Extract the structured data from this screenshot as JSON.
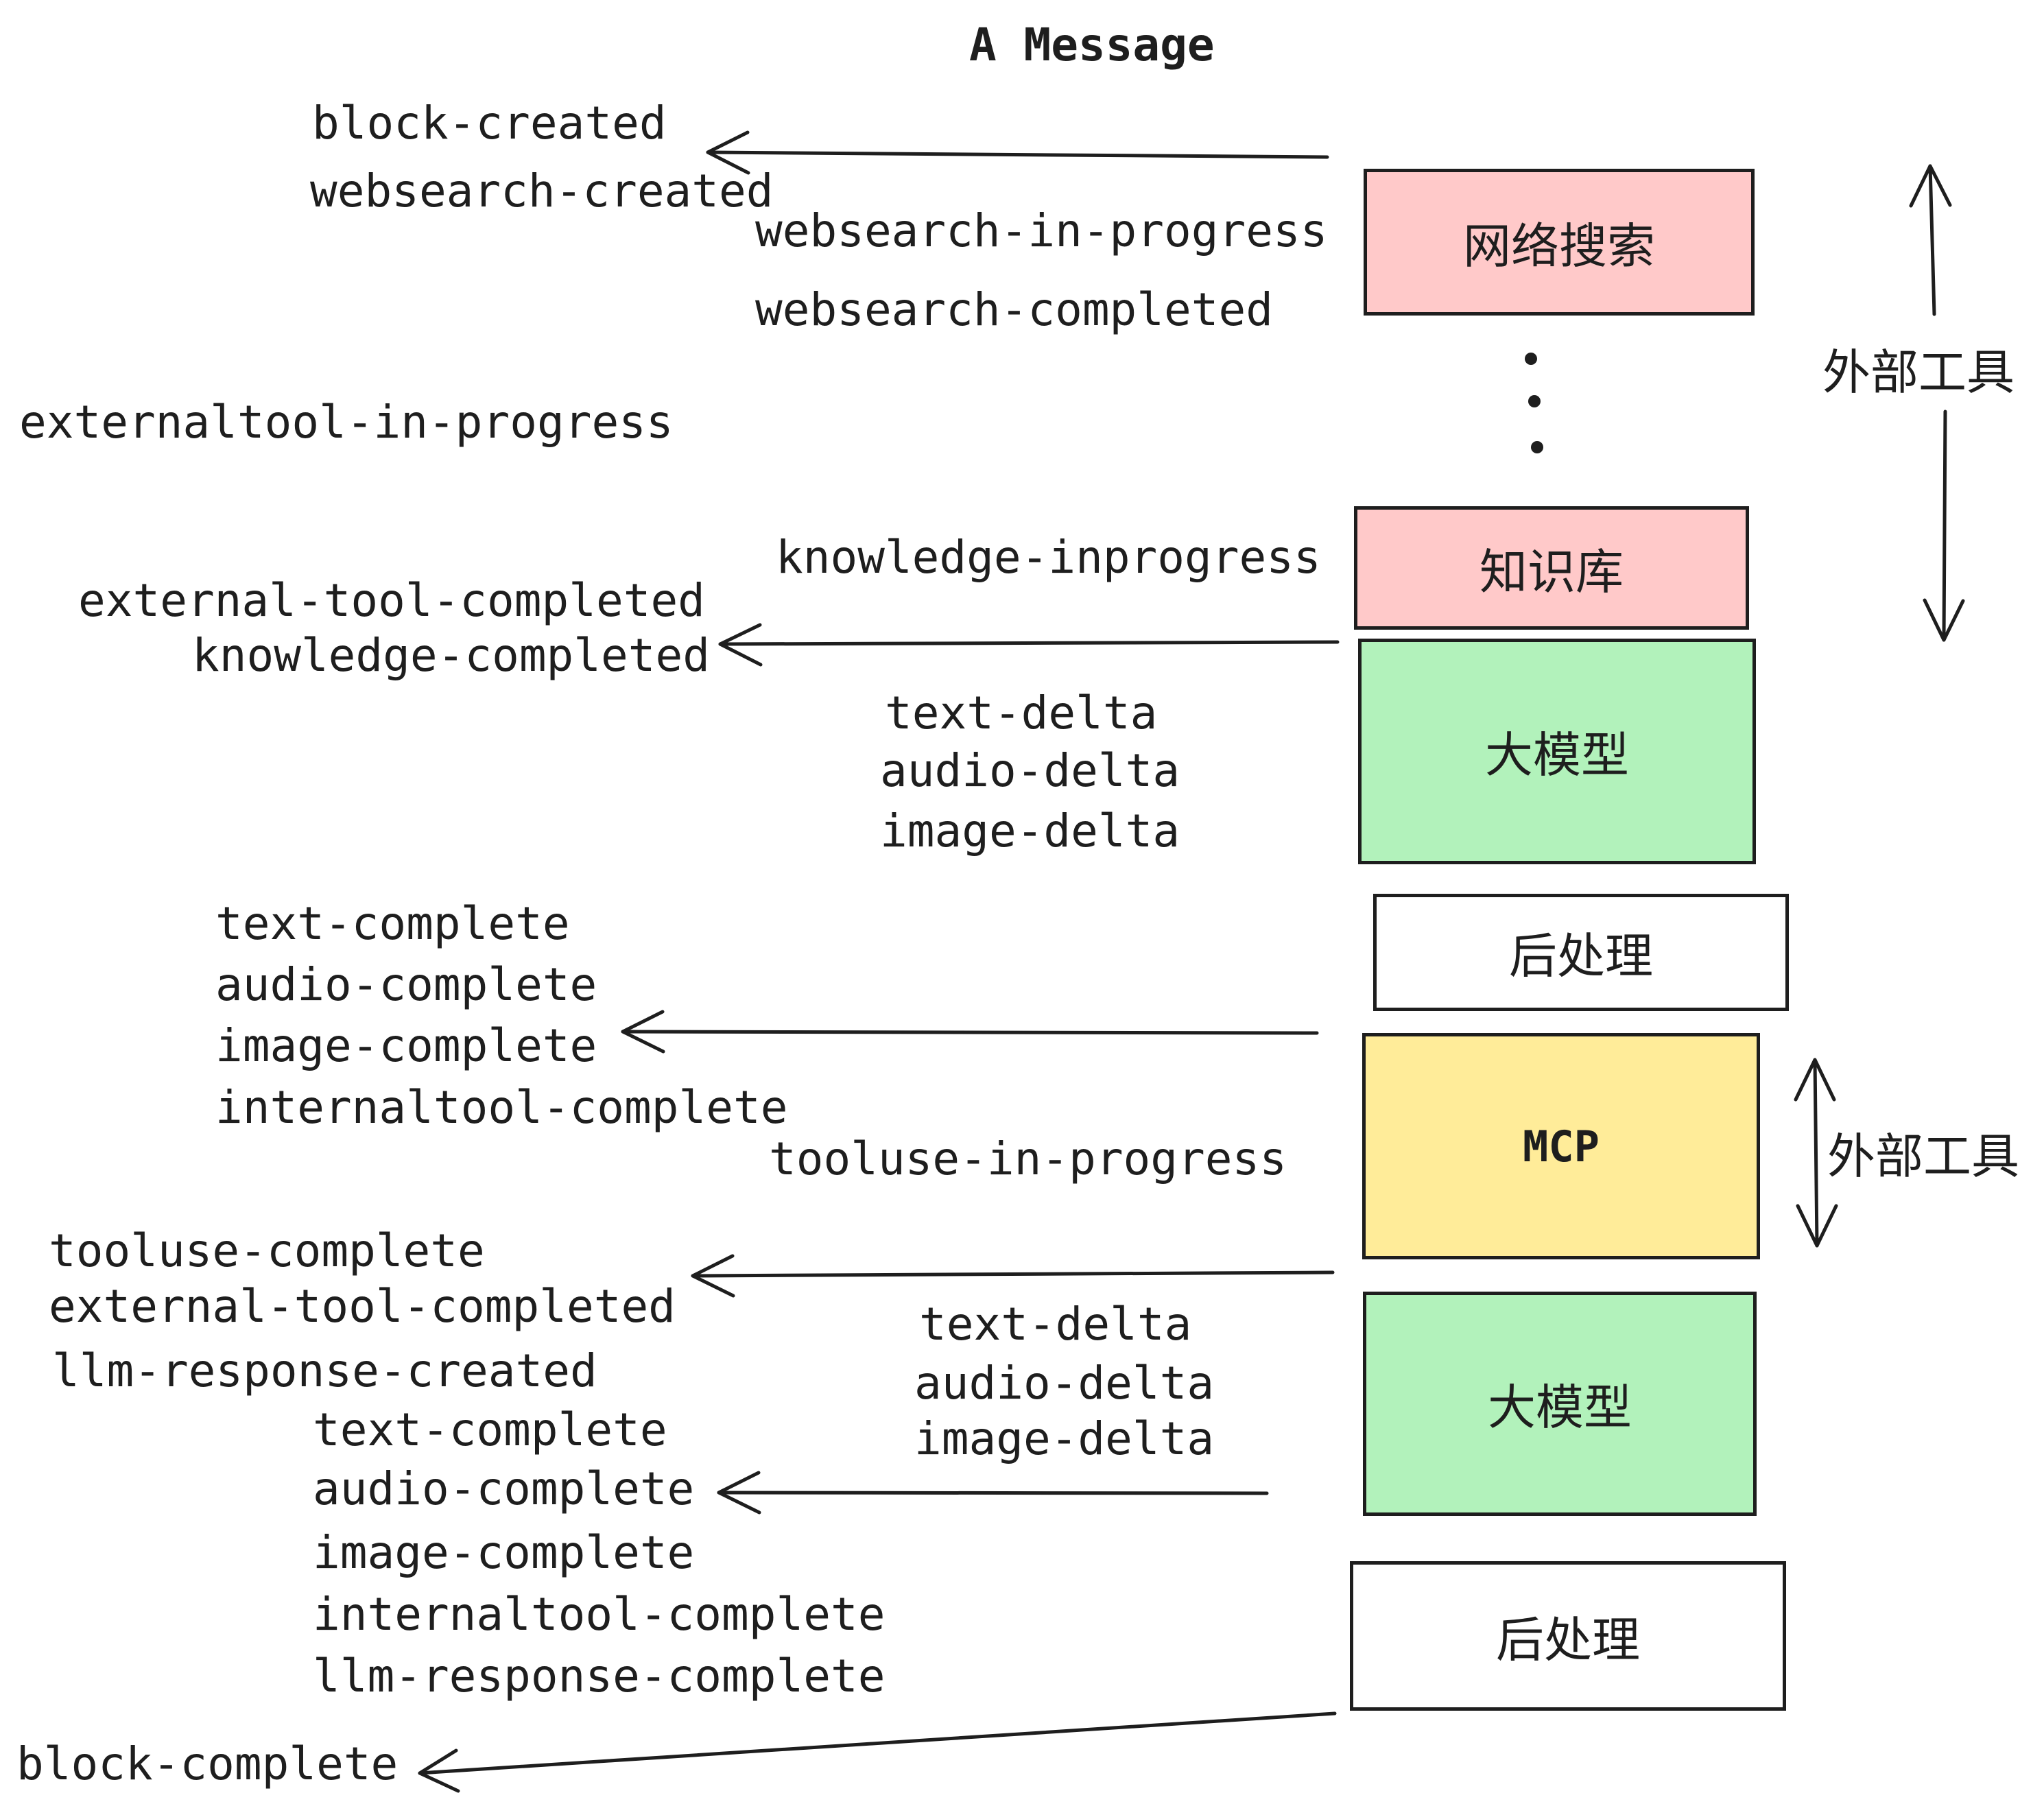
{
  "title": "A Message",
  "colors": {
    "pink": "#ffc9c9",
    "green": "#b2f2bb",
    "yellow": "#ffec99",
    "white": "#ffffff",
    "ink": "#1e1e1e"
  },
  "boxes": [
    {
      "id": "websearch",
      "label": "网络搜索",
      "color": "pink"
    },
    {
      "id": "knowledge",
      "label": "知识库",
      "color": "pink"
    },
    {
      "id": "llm-1",
      "label": "大模型",
      "color": "green"
    },
    {
      "id": "post-1",
      "label": "后处理",
      "color": "white"
    },
    {
      "id": "mcp",
      "label": "MCP",
      "color": "yellow"
    },
    {
      "id": "llm-2",
      "label": "大模型",
      "color": "green"
    },
    {
      "id": "post-2",
      "label": "后处理",
      "color": "white"
    }
  ],
  "side_labels": [
    {
      "id": "external-tools-top",
      "text": "外部工具"
    },
    {
      "id": "external-tools-mcp",
      "text": "外部工具"
    }
  ],
  "event_labels": [
    {
      "id": "block-created",
      "text": "block-created"
    },
    {
      "id": "websearch-created",
      "text": "websearch-created"
    },
    {
      "id": "websearch-in-progress",
      "text": "websearch-in-progress"
    },
    {
      "id": "websearch-completed",
      "text": "websearch-completed"
    },
    {
      "id": "externaltool-in-progress",
      "text": "externaltool-in-progress"
    },
    {
      "id": "knowledge-inprogress",
      "text": "knowledge-inprogress"
    },
    {
      "id": "external-tool-completed-1",
      "text": "external-tool-completed"
    },
    {
      "id": "knowledge-completed",
      "text": "knowledge-completed"
    },
    {
      "id": "text-delta-1",
      "text": "text-delta"
    },
    {
      "id": "audio-delta-1",
      "text": "audio-delta"
    },
    {
      "id": "image-delta-1",
      "text": "image-delta"
    },
    {
      "id": "text-complete-1",
      "text": "text-complete"
    },
    {
      "id": "audio-complete-1",
      "text": "audio-complete"
    },
    {
      "id": "image-complete-1",
      "text": "image-complete"
    },
    {
      "id": "internaltool-complete-1",
      "text": "internaltool-complete"
    },
    {
      "id": "tooluse-in-progress",
      "text": "tooluse-in-progress"
    },
    {
      "id": "tooluse-complete",
      "text": "tooluse-complete"
    },
    {
      "id": "external-tool-completed-2",
      "text": "external-tool-completed"
    },
    {
      "id": "llm-response-created",
      "text": "llm-response-created"
    },
    {
      "id": "text-complete-2",
      "text": "text-complete"
    },
    {
      "id": "audio-complete-2",
      "text": "audio-complete"
    },
    {
      "id": "image-complete-2",
      "text": "image-complete"
    },
    {
      "id": "internaltool-complete-2",
      "text": "internaltool-complete"
    },
    {
      "id": "llm-response-complete",
      "text": "llm-response-complete"
    },
    {
      "id": "text-delta-2",
      "text": "text-delta"
    },
    {
      "id": "audio-delta-2",
      "text": "audio-delta"
    },
    {
      "id": "image-delta-2",
      "text": "image-delta"
    },
    {
      "id": "block-complete",
      "text": "block-complete"
    }
  ]
}
